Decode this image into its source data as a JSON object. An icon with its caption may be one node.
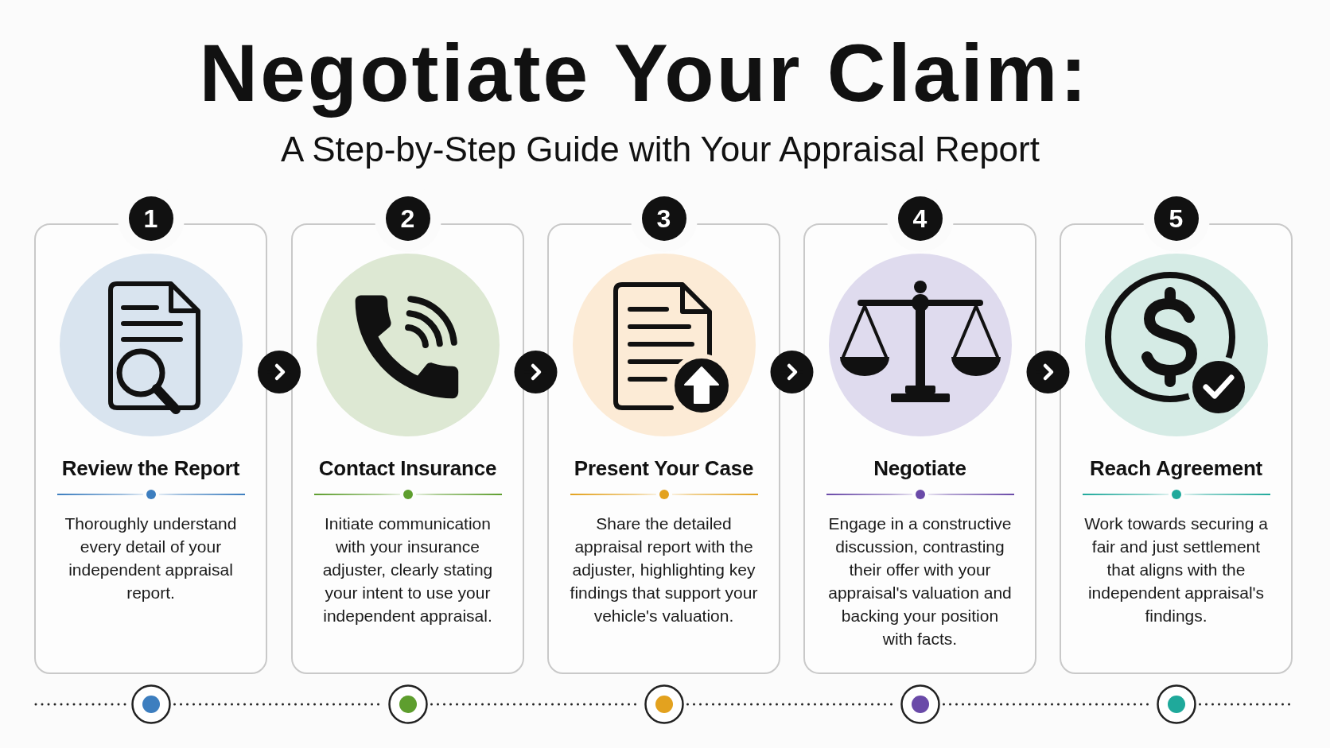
{
  "diagram": {
    "title": "Negotiate Your Claim:",
    "nodes": [
      {
        "text": [
          "1",
          "Review the Report",
          "Thoroughly understand every detail of your independent appraisal report."
        ]
      },
      {
        "text": [
          "2",
          "Contact Insurance",
          "Initiate communication with your insurance adjuster, clearly stating your intent to use your independent appraisal."
        ]
      },
      {
        "text": [
          "3",
          "Present Your Case",
          "Share the detailed appraisal report with the adjuster, highlighting key findings that support your vehicle's valuation."
        ]
      },
      {
        "text": [
          "4",
          "Negotiate",
          "Engage in a constructive discussion, contrasting their offer with your appraisal's valuation and backing your position with facts."
        ]
      },
      {
        "text": [
          "5",
          "Reach Agreement",
          "Work towards securing a fair and just settlement that aligns with the independent appraisal's findings."
        ]
      }
    ],
    "edges": [
      {
        "from": 0,
        "to": 1,
        "arrow": "to"
      },
      {
        "from": 1,
        "to": 2,
        "arrow": "to"
      },
      {
        "from": 2,
        "to": 3,
        "arrow": "to"
      },
      {
        "from": 3,
        "to": 4,
        "arrow": "to"
      }
    ],
    "labels": [
      "A Step-by-Step Guide with Your Appraisal Report"
    ]
  }
}
